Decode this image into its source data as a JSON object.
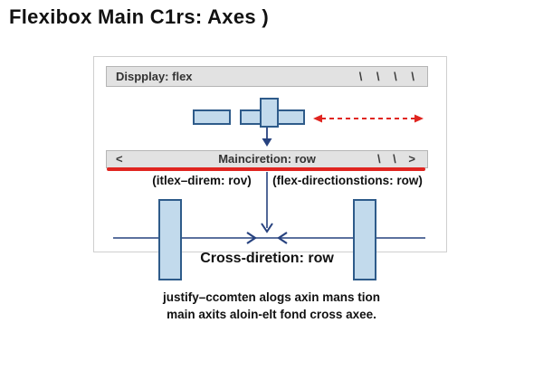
{
  "page": {
    "title": "Flexibox Main C1rs: Axes )"
  },
  "panel": {
    "display_bar": {
      "label": "Dispplay: flex",
      "right_marks": "\\ \\ \\ \\"
    },
    "main_axis_bar": {
      "left_chevron": "<",
      "label": "Mainciretion: row",
      "right_marks": "\\ \\ >"
    },
    "direction_labels": {
      "left": "(itlex–direm: rov)",
      "right": "(flex-directionstions: row)"
    },
    "cross_axis_label": "Cross-diretion: row"
  },
  "caption": {
    "line1": "justify–ccomten alogs axin mans tion",
    "line2": "main axits aloin-elt fond cross axee."
  },
  "colors": {
    "box_fill": "#c2daec",
    "box_border": "#2e5b8a",
    "axis_navy": "#27427f",
    "accent_red": "#e02520",
    "bar_background": "#e2e2e2",
    "bar_border": "#b5b5b5"
  }
}
